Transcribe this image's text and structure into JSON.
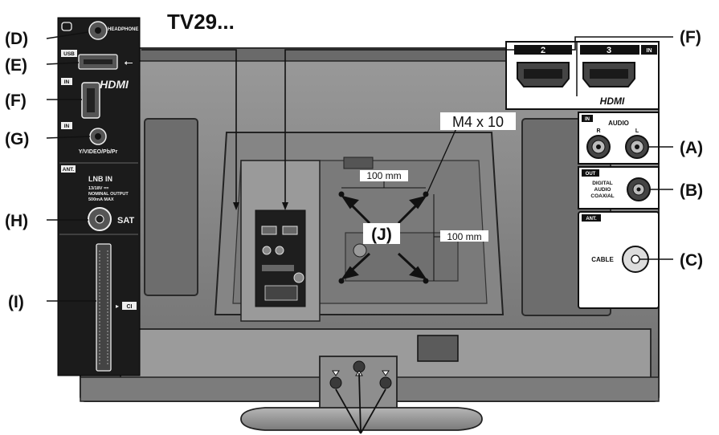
{
  "title": "TV29...",
  "callouts": {
    "D": "(D)",
    "E": "(E)",
    "F_left": "(F)",
    "G": "(G)",
    "H": "(H)",
    "I": "(I)",
    "F_right": "(F)",
    "A": "(A)",
    "B": "(B)",
    "C": "(C)",
    "J": "(J)"
  },
  "side_panel": {
    "headphone": "HEADPHONE",
    "usb": "USB",
    "usb_symbol": "⭠",
    "hdmi_in_tag": "IN",
    "hdmi_logo": "HDMI",
    "video_in_tag": "IN",
    "video_label": "Y/VIDEO/Pb/Pr",
    "ant_tag": "ANT.",
    "lnb_in": "LNB IN",
    "lnb_spec_1": "13/18V ==",
    "lnb_spec_2": "NOMINAL OUTPUT",
    "lnb_spec_3": "500mA MAX",
    "sat": "SAT",
    "ci": "CI"
  },
  "right_panel": {
    "hdmi_port_2": "2",
    "hdmi_port_3": "3",
    "hdmi_in_tag": "IN",
    "hdmi_logo": "HDMI",
    "audio_in_tag": "IN",
    "audio_label": "AUDIO",
    "audio_r": "R",
    "audio_l": "L",
    "out_tag": "OUT",
    "digital_1": "DIGITAL",
    "digital_2": "AUDIO",
    "digital_3": "COAXIAL",
    "ant_tag": "ANT.",
    "cable": "CABLE"
  },
  "mount": {
    "screw": "M4 x 10",
    "horizontal": "100 mm",
    "vertical": "100 mm"
  },
  "colors": {
    "ink": "#111111",
    "panel": "#1b1b1b",
    "body": "#8f8f8f",
    "body_dark": "#5e5e5e",
    "light": "#d8d8d8"
  }
}
